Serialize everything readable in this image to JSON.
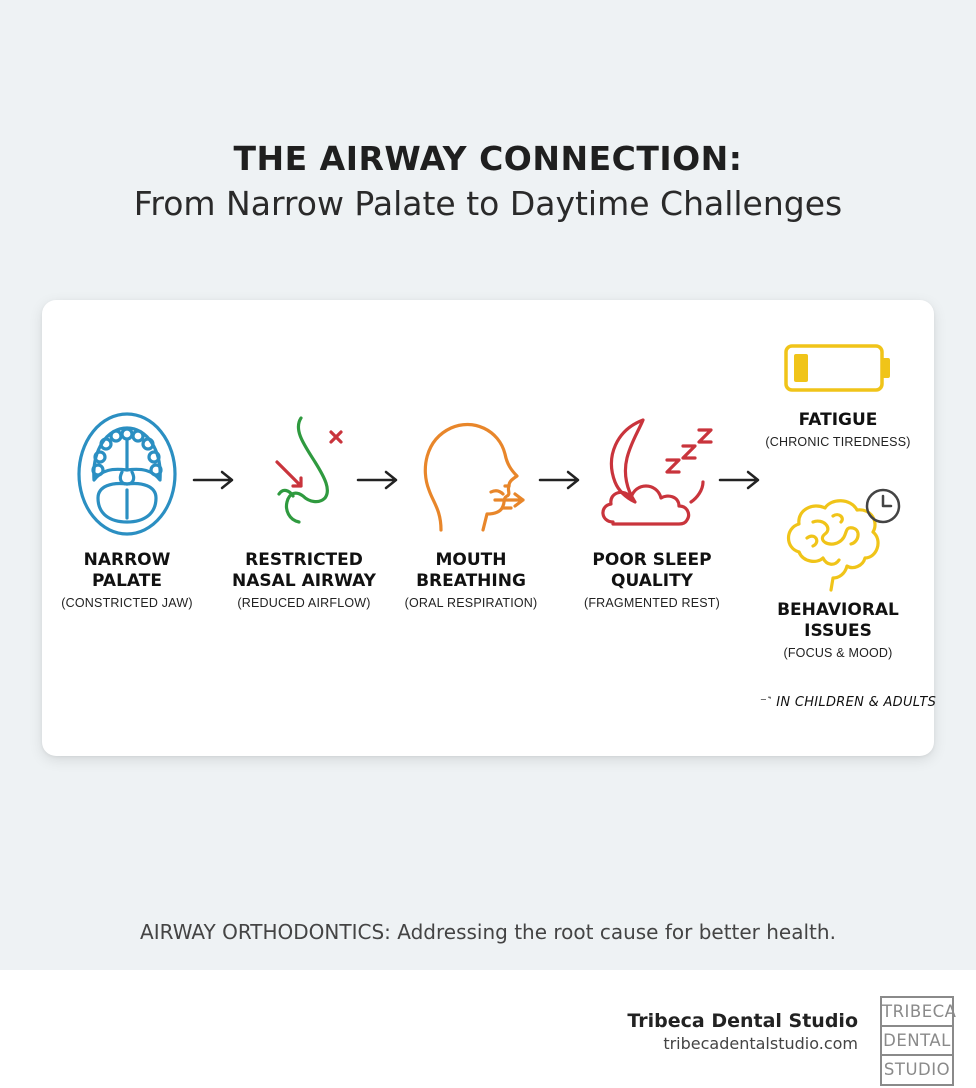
{
  "title": {
    "line1": "THE AIRWAY CONNECTION:",
    "line2": "From Narrow Palate to Daytime Challenges"
  },
  "steps": [
    {
      "label1": "NARROW",
      "label2": "PALATE",
      "sub": "(CONSTRICTED JAW)",
      "icon": "mouth-palate-icon",
      "color": "#2b8fc2"
    },
    {
      "label1": "RESTRICTED",
      "label2": "NASAL AIRWAY",
      "sub": "(REDUCED AIRFLOW)",
      "icon": "nose-blocked-icon",
      "color": "#2f9a3f"
    },
    {
      "label1": "MOUTH",
      "label2": "BREATHING",
      "sub": "(ORAL RESPIRATION)",
      "icon": "head-mouth-breathing-icon",
      "color": "#e8862a"
    },
    {
      "label1": "POOR SLEEP",
      "label2": "QUALITY",
      "sub": "(FRAGMENTED REST)",
      "icon": "moon-cloud-sleep-icon",
      "color": "#c9343c"
    }
  ],
  "outcomes": [
    {
      "label1": "FATIGUE",
      "sub": "(CHRONIC TIREDNESS)",
      "icon": "low-battery-icon",
      "color": "#f0c419"
    },
    {
      "label1": "BEHAVIORAL",
      "label2": "ISSUES",
      "sub": "(FOCUS & MOOD)",
      "icon": "brain-clock-icon",
      "color": "#f0c419"
    }
  ],
  "note": "IN CHILDREN & ADULTS",
  "tagline": "AIRWAY ORTHODONTICS: Addressing the root cause for better health.",
  "footer": {
    "brand": "Tribeca Dental Studio",
    "url": "tribecadentalstudio.com",
    "logo_lines": [
      "TRIBECA",
      "DENTAL",
      "STUDIO"
    ]
  }
}
